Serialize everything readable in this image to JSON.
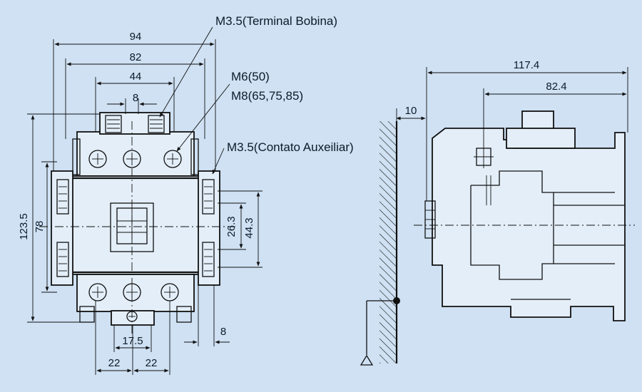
{
  "colors": {
    "background": "#cfe1f3",
    "line": "#111111"
  },
  "front_view": {
    "dims": {
      "w94": "94",
      "w82": "82",
      "w44": "44",
      "w8": "8",
      "h123_5": "123.5",
      "h78": "78",
      "h26_3": "26.3",
      "h44_3": "44.3",
      "b17_5": "17.5",
      "b22_left": "22",
      "b22_right": "22",
      "b8": "8"
    }
  },
  "callouts": {
    "coil_terminal": "M3.5(Terminal Bobina)",
    "m6": "M6(50)",
    "m8": "M8(65,75,85)",
    "aux_contact": "M3.5(Contato Auxeiliar)"
  },
  "side_view": {
    "dims": {
      "w117_4": "117.4",
      "w82_4": "82.4",
      "w10": "10"
    }
  }
}
